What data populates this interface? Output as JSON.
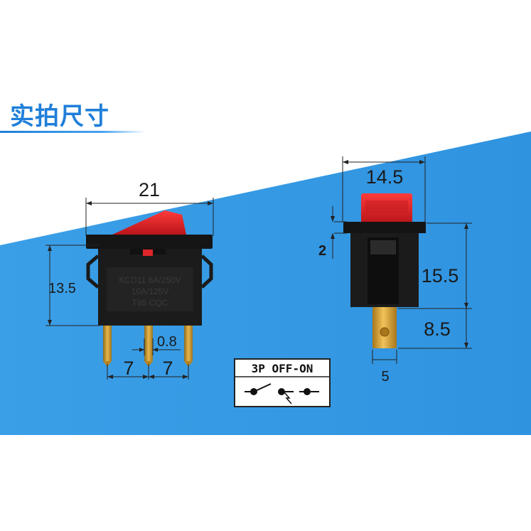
{
  "title": "实拍尺寸",
  "front_view": {
    "width": "21",
    "height": "13.5",
    "pin_gap_left": "7",
    "pin_gap_right": "7",
    "pin_thickness": "0.8",
    "label_line_1": "KCD11 6A/250V",
    "label_line_2": "10A/125V",
    "label_line_3": "T85 CQC"
  },
  "side_view": {
    "width": "14.5",
    "rocker_height": "2",
    "body_height": "15.5",
    "terminal_height": "8.5",
    "terminal_width": "5"
  },
  "circuit": {
    "label": "3P OFF-ON"
  },
  "colors": {
    "title": "#1f7fd9",
    "background_band": "#3a9ee6",
    "rocker": "#e0262a",
    "housing": "#161616",
    "terminal": "#d49a1e"
  }
}
